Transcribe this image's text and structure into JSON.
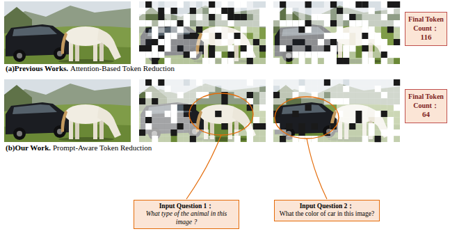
{
  "diagram": {
    "nodes": [
      {
        "text": [
          "Final Token Count：",
          "116"
        ]
      },
      {
        "text": [
          "Final Token Count：",
          "64"
        ]
      },
      {
        "text": [
          "Input Question 1：",
          "What type of the animal in this image ?"
        ]
      },
      {
        "text": [
          "Input Question 2：",
          "What the color of car in this image?"
        ]
      }
    ],
    "labels": [
      "(a)Previous Works.",
      "Attention-Based Token Reduction",
      "(b)Our Work.",
      "Prompt-Aware Token Reduction"
    ]
  }
}
